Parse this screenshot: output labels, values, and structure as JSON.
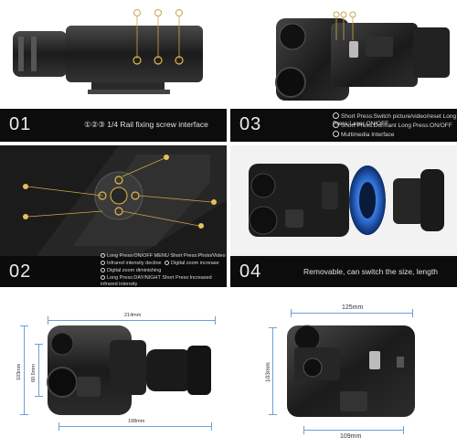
{
  "panels": [
    {
      "id": "01",
      "number": "01",
      "caption_icons": "①②③",
      "caption": "1/4  Rail fixing screw interface"
    },
    {
      "id": "03",
      "number": "03",
      "lines": [
        "Short Press:Switch picture/video/reset  Long Press:Laser ON/OFF",
        "Short Press:Dormant  Long Press:ON/OFF",
        "Multimedia Interface"
      ]
    },
    {
      "id": "02",
      "number": "02",
      "lines": [
        "Long Press:ON/OFF MENU Short Press:Photo/Video",
        "Infrared intensity decline",
        "Digital zoom increase",
        "Digital zoom diminishing",
        "Long Press:DAY/NIGHT Short Press:Increased infrared intensity"
      ]
    },
    {
      "id": "04",
      "number": "04",
      "caption": "Removable, can switch the size, length"
    }
  ],
  "dimensions_left": {
    "width_top": "214mm",
    "height_outer": "103mm",
    "height_inner": "60.5mm",
    "width_bottom": "198mm"
  },
  "dimensions_right": {
    "width_top": "125mm",
    "height": "103mm",
    "width_bottom": "109mm"
  },
  "colors": {
    "accent_gold": "#e3b84a",
    "dim_line": "#6aa0d8",
    "strip": "#0c0c0c"
  }
}
